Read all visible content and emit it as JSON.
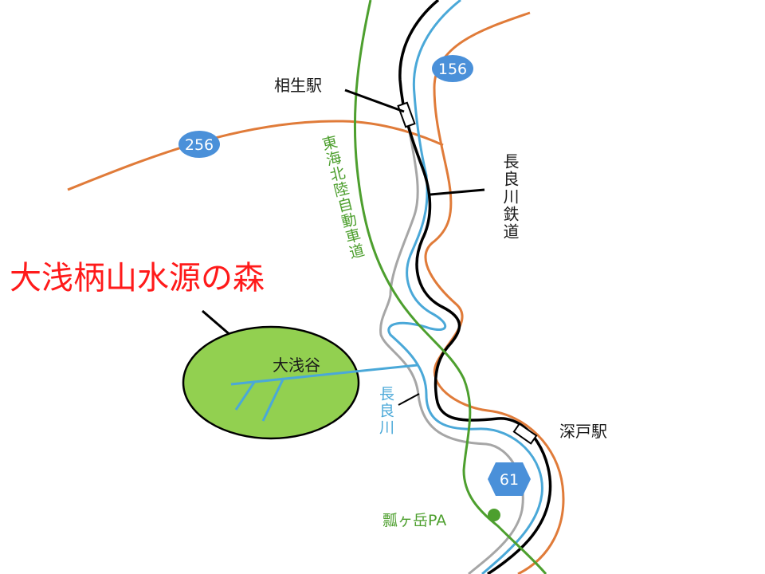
{
  "title": "大浅柄山水源の森",
  "labels": {
    "aioi_station": "相生駅",
    "fukato_station": "深戸駅",
    "nagaragawa_railway": "長良川鉄道",
    "tokai_hokuriku_expressway": "東海北陸自動車道",
    "nagaragawa_river": "長良川",
    "oasadani": "大浅谷",
    "hisagodake_pa": "瓢ヶ岳PA"
  },
  "routes": {
    "route_156": "156",
    "route_256": "256",
    "route_61": "61"
  },
  "colors": {
    "title": "#ff1a1a",
    "railway": "#000000",
    "river": "#4aa8d8",
    "national_road": "#e07b39",
    "expressway": "#4d9f2e",
    "local_road": "#a6a6a6",
    "forest_fill": "#92d050",
    "route_shield": "#4a90d9"
  }
}
